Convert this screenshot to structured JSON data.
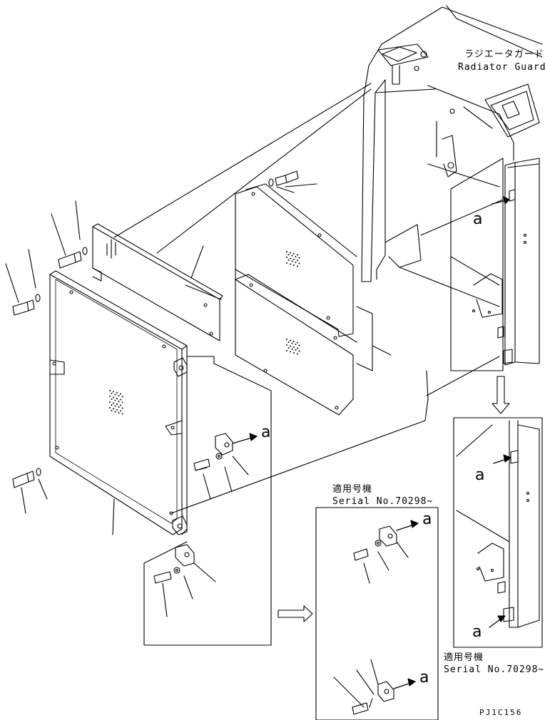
{
  "title_jp": "ラジエータガード",
  "title_en": "Radiator Guard",
  "applicable_jp": "適用号機",
  "serial_text": "Serial No.70298~",
  "callout_letter": "a",
  "drawing_code": "PJ1C156"
}
